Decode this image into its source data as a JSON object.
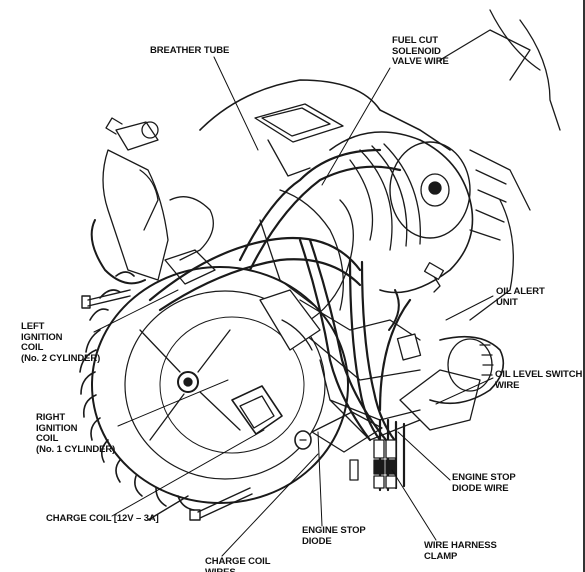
{
  "diagram": {
    "labels": {
      "breather_tube": "BREATHER TUBE",
      "fuel_cut": "FUEL CUT\nSOLENOID\nVALVE WIRE",
      "oil_alert": "OIL ALERT\nUNIT",
      "left_ignition": "LEFT\nIGNITION\nCOIL\n(No. 2 CYLINDER)",
      "oil_level": "OIL LEVEL SWITCH\nWIRE",
      "right_ignition": "RIGHT\nIGNITION\nCOIL\n(No. 1 CYLINDER)",
      "engine_stop_diode_wire": "ENGINE STOP\nDIODE WIRE",
      "charge_coil": "CHARGE COIL [12V – 3A]",
      "engine_stop_diode": "ENGINE STOP\nDIODE",
      "wire_harness_clamp": "WIRE HARNESS\nCLAMP",
      "charge_coil_wire": "CHARGE COIL\nWIRES"
    },
    "colors": {
      "ink": "#111111",
      "background": "#ffffff"
    }
  }
}
